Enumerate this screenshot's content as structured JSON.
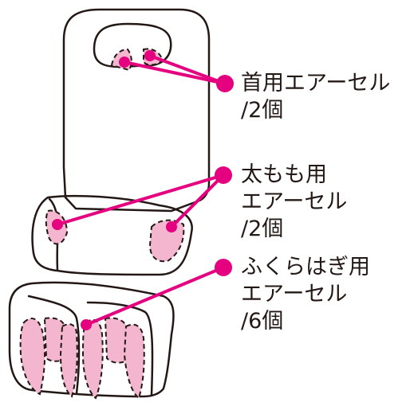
{
  "colors": {
    "accent": "#e4007f",
    "cell_fill": "#f4b6cf",
    "outline": "#231815"
  },
  "callouts": [
    {
      "id": "neck",
      "lines": [
        "首用エアーセル",
        "/2個"
      ]
    },
    {
      "id": "thigh",
      "lines": [
        "太もも用",
        "エアーセル",
        "/2個"
      ]
    },
    {
      "id": "calf",
      "lines": [
        "ふくらはぎ用",
        "エアーセル",
        "/6個"
      ]
    }
  ]
}
